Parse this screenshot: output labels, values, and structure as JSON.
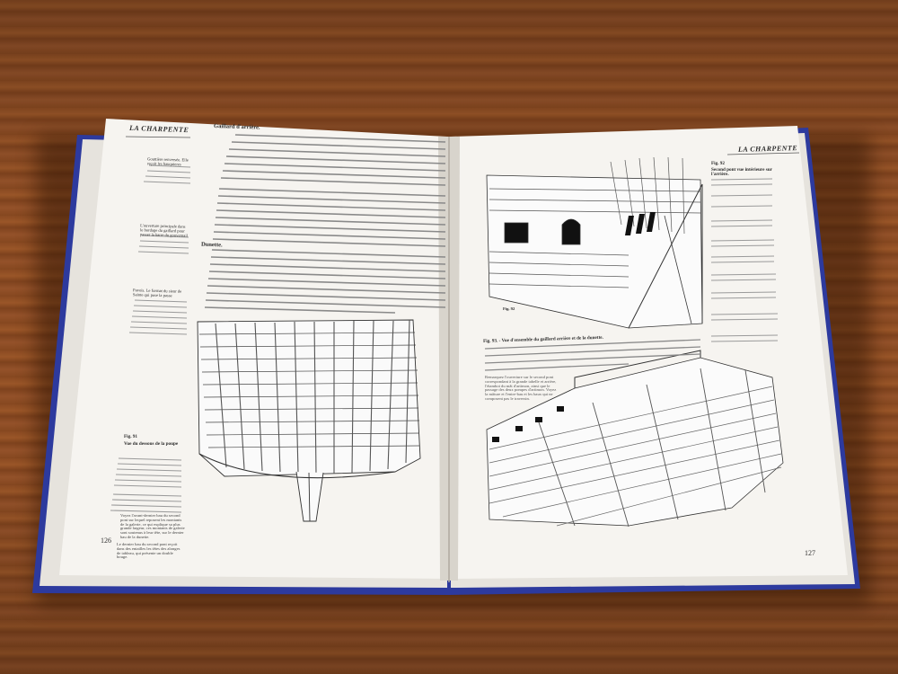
{
  "book": {
    "left_page": {
      "running_head": "LA CHARPENTE",
      "page_number": "126",
      "heading_gaillard": "Gaillard d'arrière.",
      "heading_dunette": "Dunette.",
      "sidenote_1": "Gouttière renversée. Elle reçoit les bauquieres",
      "sidenote_2": "L'ouverture principale dans le bordage du gaillard pour passer la barre du gouvernail",
      "sidenote_3": "Pavois. Le format du sieur de Sainte qui pose la passe",
      "fig_label": "Fig. 91",
      "fig_title": "Vue du dessous de la poupe",
      "fig_caption": "Voyez l'avant-dernier bau du second pont sur lequel reposent les montants de la galerie, ce qui explique sa plus grande largeur, ces montants de galerie sont soutenus à leur tête, sur le dernier bau de la dunette.",
      "fig_caption_2": "Le dernier bau du second pont reçoit dans des entailles les têtes des alonges de tableau, qui présente un double bouge."
    },
    "right_page": {
      "running_head": "LA CHARPENTE",
      "page_number": "127",
      "fig92_label": "Fig. 92",
      "fig92_title": "Second pont vue intérieure sur l'arrière.",
      "legend": [
        "1. Dernier sabord arrière de la batterie de 18.",
        "2. Porte d'accès aux bouteilles.",
        "3. Courbe de liaison.",
        "4. Tête de la mèche du gouvernail.",
        "5. Gouttières renversées, tangentant la dessus du crise de la porte des bouteilles.",
        "6. Avant-dernier bau du gaillard d'arrière supportant les montants de galerie.",
        "7. Dernier bau dans sa largeur s'assemblant sur les alonges de tableau.",
        "8. Montant de corniere en deux éléments réunis par un écart.",
        "9. Alonge de cornière et montant de cornière."
      ],
      "fig92_mark": "Fig. 92",
      "fig93_title": "Fig. 93. - Vue d'ensemble du gaillard arrière et de la dunette.",
      "fig93_caption": "Remarquez l'ouverture sur le second pont correspondant à la grande tabelle et arrière, l'étambot du mât d'artimon, ainsi que le passage des deux pompes d'artimon. Voyez la mâture et l'entre-bau et les baux qui ne composent pas le traversin."
    },
    "colors": {
      "cover": "#2d3a9e",
      "paper": "#f4f2ee",
      "wood": "#8d4c23"
    }
  }
}
